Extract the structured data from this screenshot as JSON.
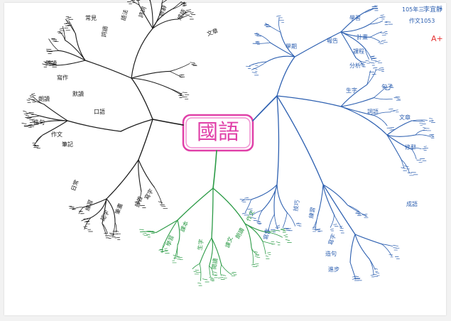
{
  "center": {
    "title": "國語"
  },
  "header": {
    "line1": "105年三",
    "name": "李宜靜",
    "line2": "作文1053",
    "grade": "A+"
  },
  "branches": {
    "top_left": [
      "常見",
      "詞語",
      "語法",
      "詩詞",
      "修辭",
      "成語",
      "文章"
    ],
    "left": [
      "閱讀",
      "寫作",
      "朗讀",
      "默讀",
      "造句",
      "作文",
      "筆記",
      "口語"
    ],
    "bottom_left": [
      "日常",
      "練習",
      "認字",
      "筆畫",
      "部首",
      "寫字"
    ],
    "bottom": [
      "學習",
      "課本",
      "生字",
      "閱讀",
      "課文",
      "朗讀",
      "作文"
    ],
    "right_top": [
      "學期",
      "報告",
      "學習",
      "計畫",
      "課程",
      "分析"
    ],
    "right": [
      "生字",
      "詞語",
      "句子",
      "文章",
      "修辭",
      "成語"
    ],
    "right_bottom": [
      "寫作",
      "技巧",
      "練習",
      "寫字",
      "造句",
      "進步"
    ]
  },
  "colors": {
    "black": "#1a1a1a",
    "blue": "#2c5fb0",
    "green": "#2a9a45",
    "pink": "#e040a8",
    "red": "#e53030"
  }
}
